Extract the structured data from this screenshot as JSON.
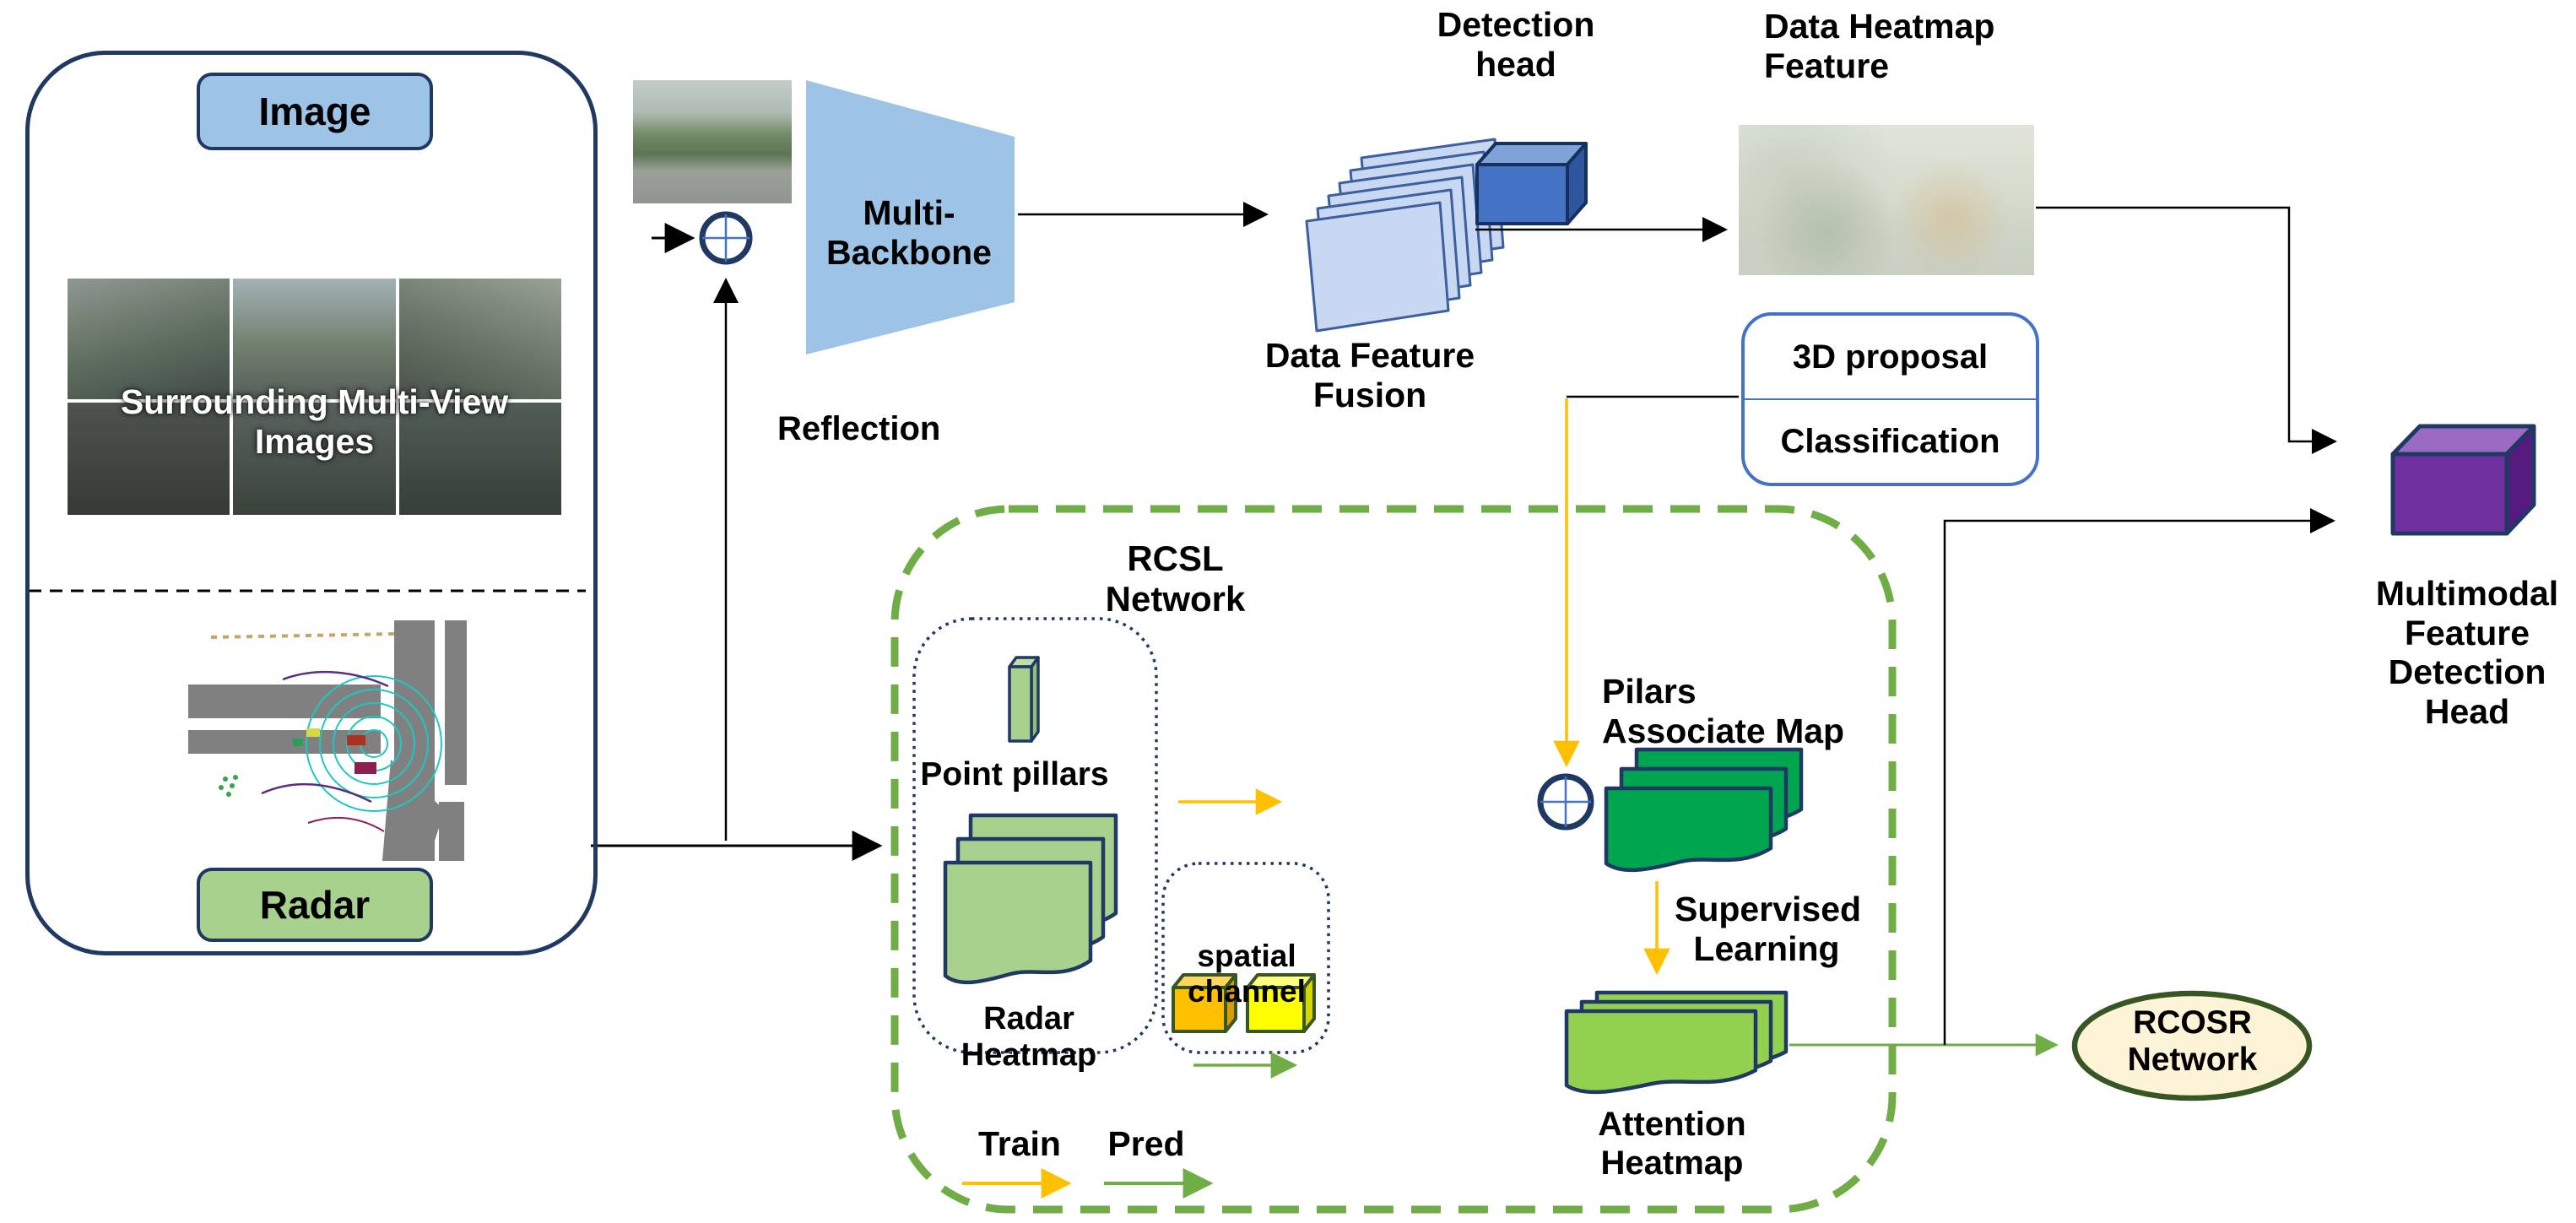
{
  "figure": {
    "type": "multimodal-detection-architecture",
    "colors": {
      "navy_border": "#203864",
      "blue_accent": "#4472C4",
      "light_blue": "#9DC3E6",
      "fusion_layer_fill": "#C9D8F2",
      "rcsl_dash_green": "#70AD47",
      "light_green": "#A9D18E",
      "bright_green": "#00A550",
      "mid_green": "#92D050",
      "orange": "#FFC000",
      "yellow": "#FFFF00",
      "purple": "#7030A0",
      "rcosr_fill": "#FDF3D7",
      "rcosr_border": "#375623"
    }
  },
  "inputs": {
    "image_label": "Image",
    "multiview_caption": "Surrounding Multi-View Images",
    "radar_label": "Radar"
  },
  "top_flow": {
    "backbone": "Multi-Backbone",
    "reflection": "Reflection",
    "fusion_line1": "Data Feature",
    "fusion_line2": "Fusion",
    "det_head_line1": "Detection",
    "det_head_line2": "head",
    "heat_line1": "Data Heatmap",
    "heat_line2": "Feature"
  },
  "proposal": {
    "line1": "3D proposal",
    "line2": "Classification"
  },
  "rcsl": {
    "title": "RCSL Network",
    "point_pillars": "Point pillars",
    "radar_heatmap": "Radar Heatmap",
    "spatial_channel": "spatial channel",
    "pilars_line1": "Pilars",
    "pilars_line2": "Associate Map",
    "supervised_line1": "Supervised",
    "supervised_line2": "Learning",
    "attention_line1": "Attention",
    "attention_line2": "Heatmap",
    "train": "Train",
    "pred": "Pred"
  },
  "outputs": {
    "multimodal_line1": "Multimodal",
    "multimodal_line2": "Feature",
    "multimodal_line3": "Detection",
    "multimodal_line4": "Head",
    "rcosr_line1": "RCOSR",
    "rcosr_line2": "Network"
  }
}
